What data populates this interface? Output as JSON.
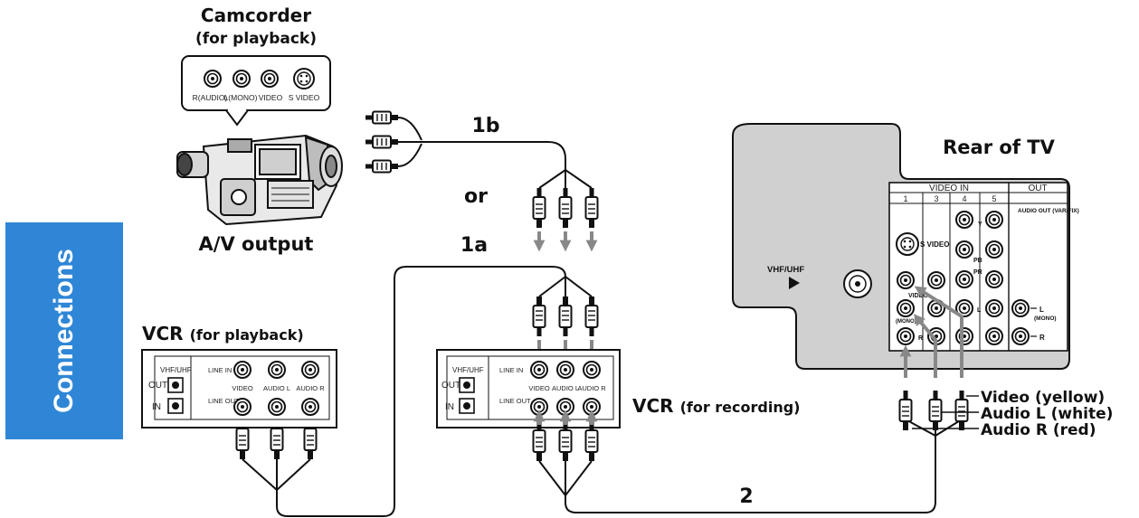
{
  "side_tab": "Connections",
  "camcorder": {
    "title": "Camcorder",
    "subtitle": "(for playback)",
    "jacks": [
      "R(AUDIO)",
      "L(MONO)",
      "VIDEO",
      "S VIDEO"
    ],
    "output_label": "A/V output"
  },
  "steps": {
    "s1b": "1b",
    "or": "or",
    "s1a": "1a",
    "s2": "2"
  },
  "vcr_playback": {
    "title": "VCR",
    "subtitle": "(for playback)",
    "vhf": "VHF/UHF",
    "out": "OUT",
    "in": "IN",
    "line_in": "LINE IN",
    "line_out": "LINE OUT",
    "jacks": [
      "VIDEO",
      "AUDIO L",
      "AUDIO R"
    ]
  },
  "vcr_recording": {
    "title": "VCR",
    "subtitle": "(for recording)",
    "vhf": "VHF/UHF",
    "out": "OUT",
    "in": "IN",
    "line_in": "LINE IN",
    "line_out": "LINE OUT",
    "jacks": [
      "VIDEO",
      "AUDIO L",
      "AUDIO R"
    ]
  },
  "tv": {
    "title": "Rear of TV",
    "vhf": "VHF/UHF",
    "video_in": "VIDEO IN",
    "out": "OUT",
    "cols": [
      "1",
      "3",
      "4",
      "5"
    ],
    "audio_out": "AUDIO OUT (VAR/FIX)",
    "s_video": "S VIDEO",
    "y": "Y",
    "pb": "PB",
    "pr": "PR",
    "l": "L",
    "r": "R",
    "mono": "(MONO)",
    "video_small": "VIDEO",
    "mono_small": "(MONO)",
    "l_small": "L",
    "r_small": "R"
  },
  "cable_labels": [
    "Video (yellow)",
    "Audio L (white)",
    "Audio R (red)"
  ]
}
